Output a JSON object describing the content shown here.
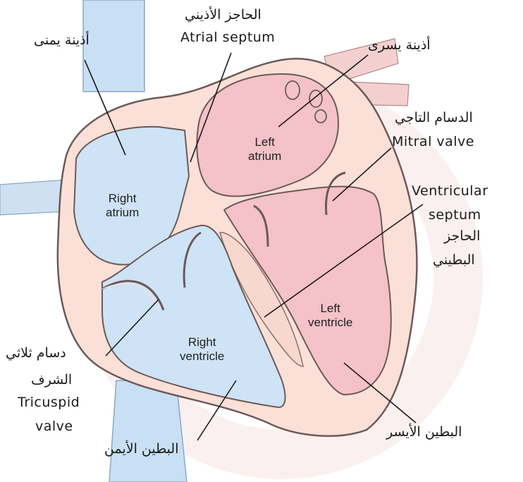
{
  "diagram": {
    "labels": {
      "right_atrium_ar": "أذينة يمنى",
      "atrial_septum_ar": "الحاجز الأذيني",
      "atrial_septum_en": "Atrial septum",
      "left_atrium_ar": "أذينة يسرى",
      "mitral_ar": "الدسام التاجي",
      "mitral_en": "Mitral valve",
      "ventricular_en_1": "Ventricular",
      "ventricular_en_2": "septum",
      "ventricular_ar_1": "الحاجز",
      "ventricular_ar_2": "البطيني",
      "tricuspid_ar_1": "دسام ثلاثي",
      "tricuspid_ar_2": "الشرف",
      "tricuspid_en_1": "Tricuspid",
      "tricuspid_en_2": "valve",
      "right_ventricle_ar": "البطين الأيمن",
      "left_ventricle_ar": "البطين الأيسر"
    },
    "inner": {
      "left_atrium_1": "Left",
      "left_atrium_2": "atrium",
      "right_atrium_1": "Right",
      "right_atrium_2": "atrium",
      "left_ventricle_1": "Left",
      "left_ventricle_2": "ventricle",
      "right_ventricle_1": "Right",
      "right_ventricle_2": "ventricle"
    },
    "colors": {
      "right_side": "#cfe3f6",
      "left_side": "#f4c2c8",
      "wall": "#fbe0d8",
      "outline": "#6b5a58",
      "vessel": "#c9dff4"
    }
  }
}
